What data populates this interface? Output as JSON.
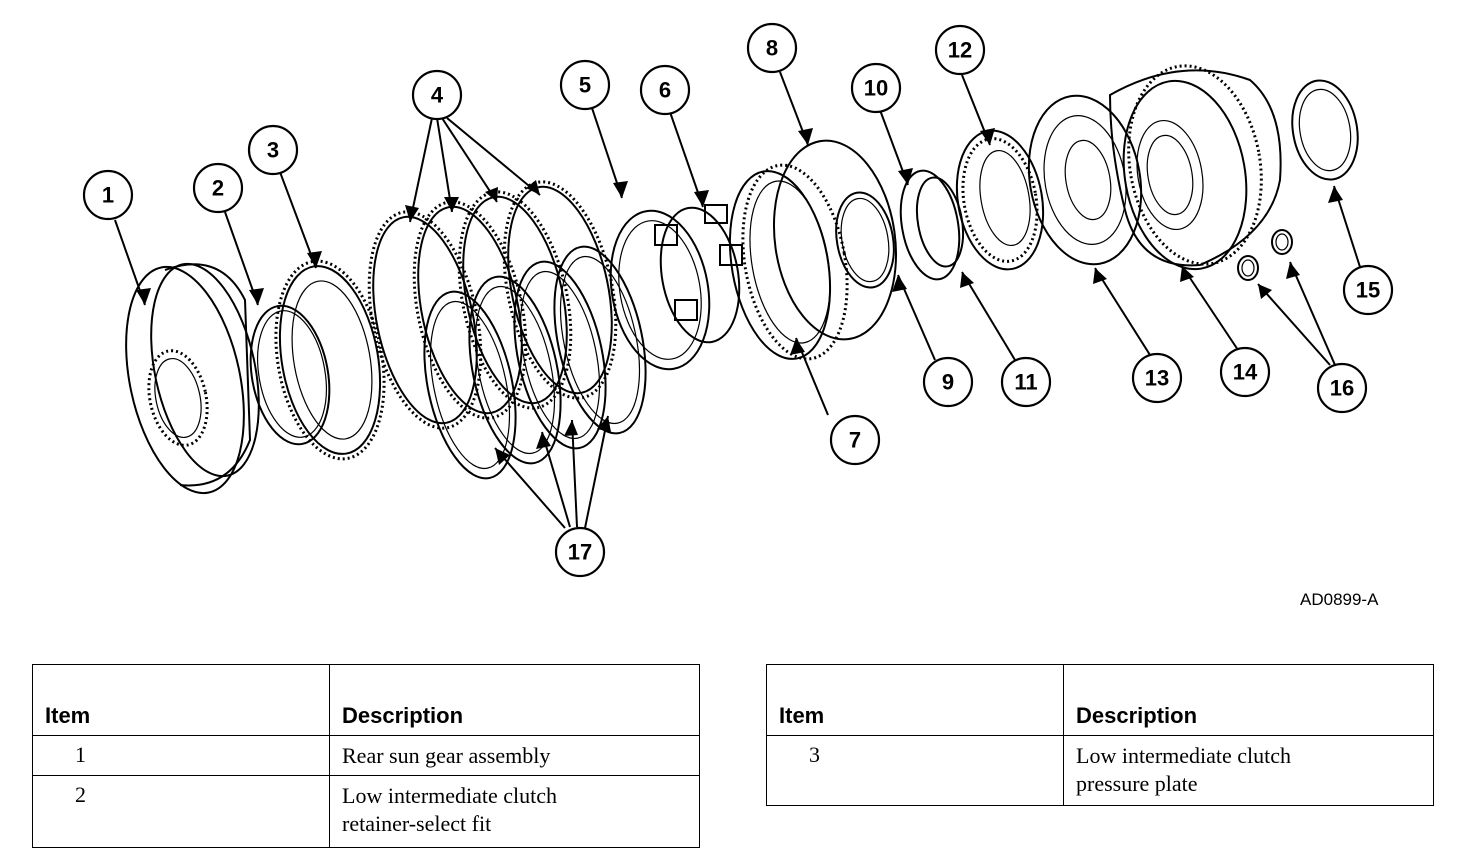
{
  "figure": {
    "id": "AD0899-A",
    "callouts": [
      "1",
      "2",
      "3",
      "4",
      "5",
      "6",
      "7",
      "8",
      "9",
      "10",
      "11",
      "12",
      "13",
      "14",
      "15",
      "16",
      "17"
    ]
  },
  "tables": [
    {
      "headers": {
        "item": "Item",
        "description": "Description"
      },
      "rows": [
        {
          "item": "1",
          "description": "Rear sun gear assembly"
        },
        {
          "item": "2",
          "description": "Low intermediate clutch retainer-select fit"
        }
      ]
    },
    {
      "headers": {
        "item": "Item",
        "description": "Description"
      },
      "rows": [
        {
          "item": "3",
          "description": "Low intermediate clutch pressure plate"
        }
      ]
    }
  ]
}
